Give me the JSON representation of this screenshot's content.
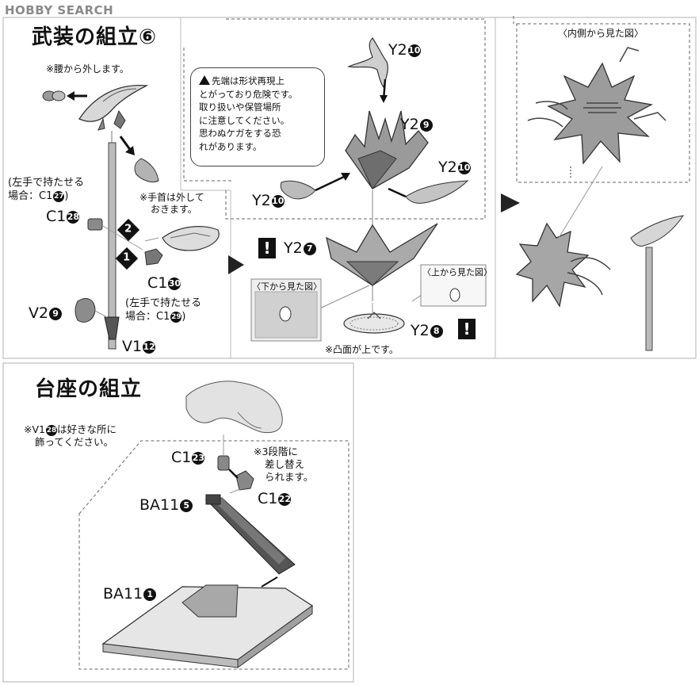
{
  "logo": {
    "brand": "HOBBY SEARCH"
  },
  "top_section": {
    "title": "武装の組立⑥",
    "notes": {
      "waist": "※腰から外します。",
      "left_hand_top_l1": "(左手で持たせる",
      "left_hand_top_l2": "場合：C1",
      "left_hand_top_num": "27",
      "wrist_l1": "※手首は外して",
      "wrist_l2": "おきます。",
      "left_hand_bot_l1": "(左手で持たせる",
      "left_hand_bot_l2": "場合：C1",
      "left_hand_bot_num": "29"
    },
    "parts": {
      "c1_28": {
        "code": "C1",
        "num": "28"
      },
      "c1_30": {
        "code": "C1",
        "num": "30"
      },
      "v2_9": {
        "code": "V2",
        "num": "9"
      },
      "v1_12": {
        "code": "V1",
        "num": "12"
      }
    },
    "steps": {
      "step1": "1",
      "step2": "2"
    },
    "warning": {
      "lines": [
        "先端は形状再現上",
        "とがっており危険です。",
        "取り扱いや保管場所",
        "に注意してください。",
        "思わぬケガをする恐",
        "れがあります。"
      ]
    },
    "weapon_parts": {
      "y2_10_top": {
        "code": "Y2",
        "num": "10"
      },
      "y2_9": {
        "code": "Y2",
        "num": "9"
      },
      "y2_10_right": {
        "code": "Y2",
        "num": "10"
      },
      "y2_10_left": {
        "code": "Y2",
        "num": "10"
      },
      "y2_7": {
        "code": "Y2",
        "num": "7"
      },
      "y2_8": {
        "code": "Y2",
        "num": "8"
      }
    },
    "insets": {
      "bottom_view": "〈下から見た図〉",
      "top_view": "〈上から見た図〉",
      "inner_view": "〈内側から見た図〉"
    },
    "convex_note": "※凸面が上です。"
  },
  "bottom_section": {
    "title": "台座の組立",
    "v1_note_pre": "※V1",
    "v1_note_num": "28",
    "v1_note_post": "は好きな所に",
    "v1_note_l2": "飾ってください。",
    "stage_note_l1": "※3段階に",
    "stage_note_l2": "差し替え",
    "stage_note_l3": "られます。",
    "parts": {
      "c1_23": {
        "code": "C1",
        "num": "23"
      },
      "c1_22": {
        "code": "C1",
        "num": "22"
      },
      "ba11_5": {
        "code": "BA11",
        "num": "5"
      },
      "ba11_1": {
        "code": "BA11",
        "num": "1"
      }
    }
  }
}
